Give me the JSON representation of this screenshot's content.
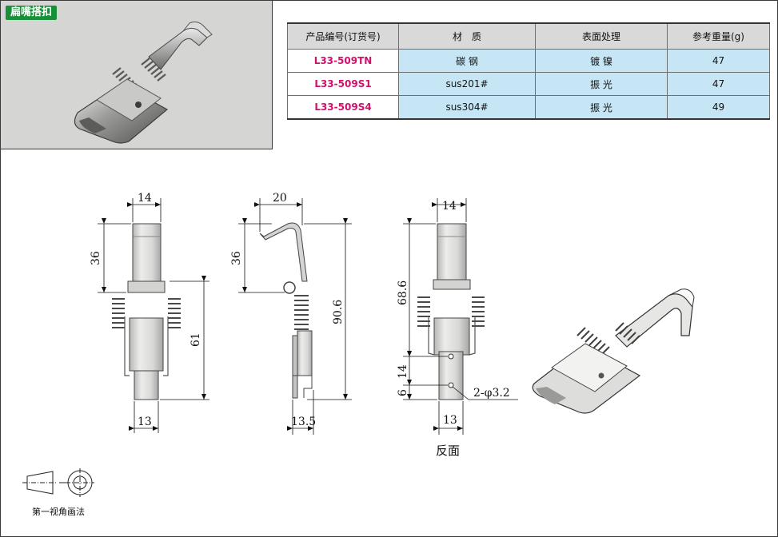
{
  "product": {
    "tag": "扁嘴搭扣"
  },
  "table": {
    "headers": [
      "产品编号(订货号)",
      "材　质",
      "表面处理",
      "参考重量(g)"
    ],
    "rows": [
      {
        "code": "L33-509TN",
        "material": "碳  钢",
        "finish": "镀 镍",
        "weight": "47"
      },
      {
        "code": "L33-509S1",
        "material": "sus201#",
        "finish": "振 光",
        "weight": "47"
      },
      {
        "code": "L33-509S4",
        "material": "sus304#",
        "finish": "振 光",
        "weight": "49"
      }
    ]
  },
  "dimensions": {
    "front": {
      "width_top": "14",
      "top_height": "36",
      "body_height": "61",
      "width_bottom": "13"
    },
    "side": {
      "hook_depth": "20",
      "top_height": "36",
      "total_height": "90.6",
      "base_width": "13.5"
    },
    "back": {
      "width_top": "14",
      "height": "68.6",
      "hole_pitch": "14",
      "hole_offset": "6",
      "hole_note": "2-φ3.2",
      "width_bottom": "13"
    }
  },
  "back_view_caption": "反面",
  "projection_label": "第一视角画法",
  "colors": {
    "tag_bg": "#18903a",
    "code_text": "#d0106c",
    "cell_highlight": "#c7e6f5",
    "header_bg": "#d9d9d9"
  }
}
